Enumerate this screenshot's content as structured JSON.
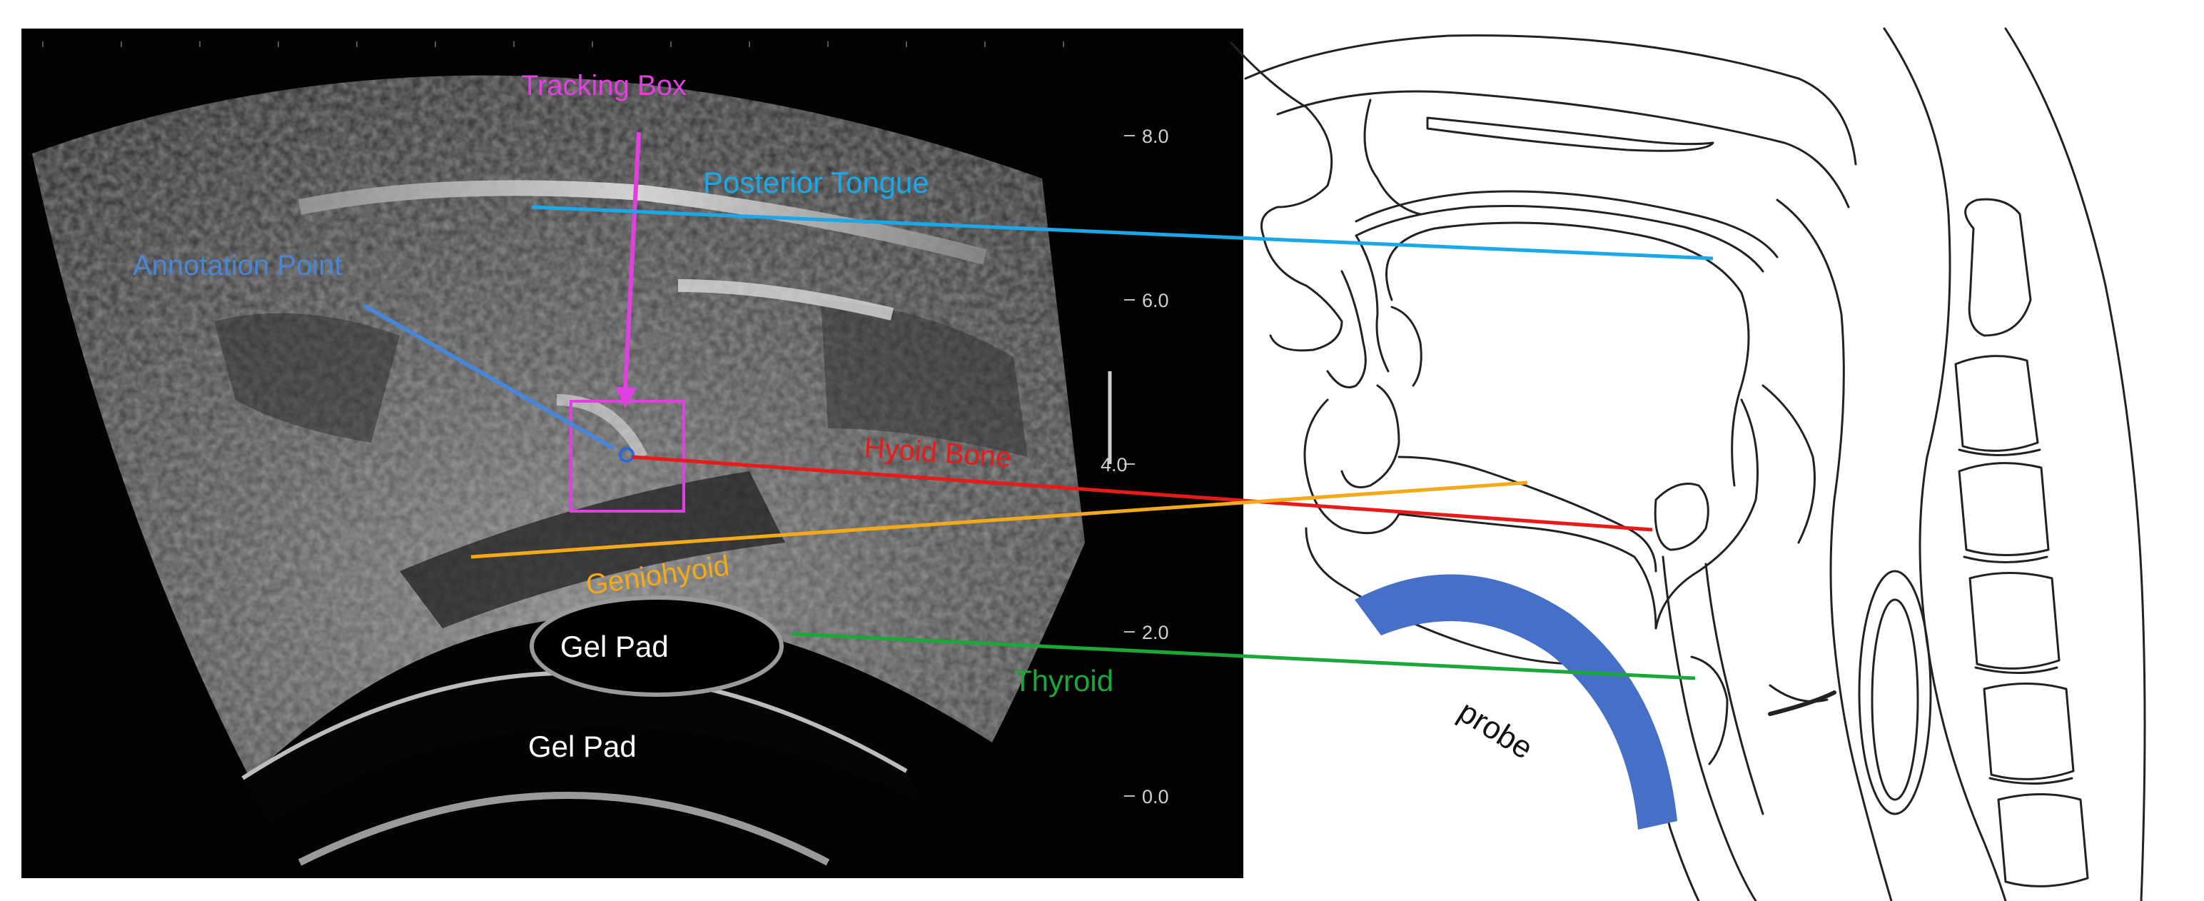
{
  "ultrasound": {
    "depth_scale": [
      "8.0",
      "6.0",
      "4.0",
      "2.0",
      "0.0"
    ],
    "gel_pad_labels": [
      "Gel Pad",
      "Gel Pad"
    ]
  },
  "annotations": {
    "tracking_box": {
      "text": "Tracking Box",
      "color": "#e040e0"
    },
    "posterior_tongue": {
      "text": "Posterior Tongue",
      "color": "#1aa8e6"
    },
    "annotation_point": {
      "text": "Annotation Point",
      "color": "#4a86d6"
    },
    "hyoid_bone": {
      "text": "Hyoid Bone",
      "color": "#e81a1a"
    },
    "geniohyoid": {
      "text": "Geniohyoid",
      "color": "#f2a91a"
    },
    "thyroid": {
      "text": "Thyroid",
      "color": "#1aa838"
    }
  },
  "anatomy": {
    "probe": {
      "text": "probe",
      "color": "#4670c8"
    }
  }
}
